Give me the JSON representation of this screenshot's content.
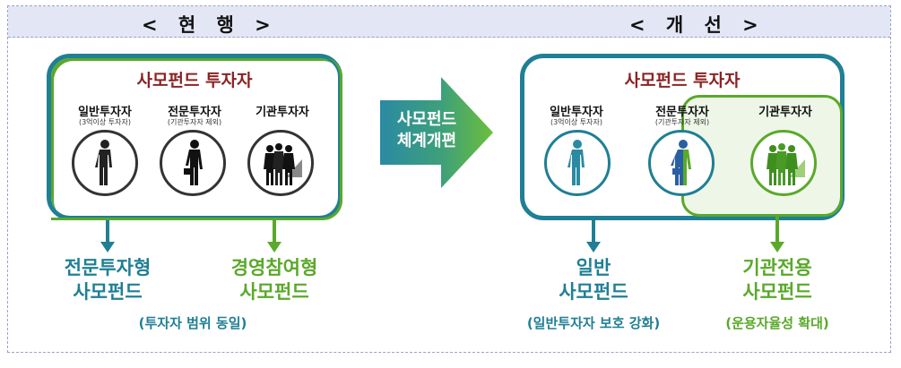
{
  "headers": {
    "current": "< 현 행 >",
    "improved": "< 개 선 >"
  },
  "center_arrow": {
    "line1": "사모펀드",
    "line2": "체계개편"
  },
  "current": {
    "title": "사모펀드 투자자",
    "investors": [
      {
        "label": "일반투자자",
        "sub": "(3억이상 투자자)"
      },
      {
        "label": "전문투자자",
        "sub": "(기관투자자 제외)"
      },
      {
        "label": "기관투자자",
        "sub": ""
      }
    ],
    "outcomes": [
      {
        "line1": "전문투자형",
        "line2": "사모펀드"
      },
      {
        "line1": "경영참여형",
        "line2": "사모펀드"
      }
    ],
    "note": "(투자자 범위 동일)"
  },
  "improved": {
    "title": "사모펀드 투자자",
    "investors": [
      {
        "label": "일반투자자",
        "sub": "(3억이상 투자자)"
      },
      {
        "label": "전문투자자",
        "sub": "(기관투자자 제외)"
      },
      {
        "label": "기관투자자",
        "sub": ""
      }
    ],
    "outcomes": [
      {
        "line1": "일반",
        "line2": "사모펀드",
        "note": "(일반투자자 보호 강화)"
      },
      {
        "line1": "기관전용",
        "line2": "사모펀드",
        "note": "(운용자율성 확대)"
      }
    ]
  },
  "colors": {
    "teal": "#1f7f95",
    "green": "#5aa92a",
    "title_red": "#8b2323",
    "header_bg": "#e3e6f5"
  },
  "icons": [
    "person-silhouette-icon",
    "businessman-icon",
    "institution-group-icon"
  ]
}
